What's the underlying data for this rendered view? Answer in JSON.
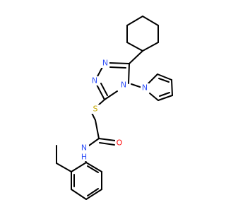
{
  "colors": {
    "bond": "#000000",
    "nitrogen": "#3050F8",
    "oxygen": "#FF0D0D",
    "sulfur": "#C6A800",
    "background": "#ffffff"
  },
  "atoms": {
    "n_triazole_1": "N",
    "n_triazole_2": "N",
    "n_triazole_4": "N",
    "n_pyrrole": "N",
    "sulfur": "S",
    "oxygen": "O",
    "amide_n": "N",
    "amide_h": "H"
  }
}
